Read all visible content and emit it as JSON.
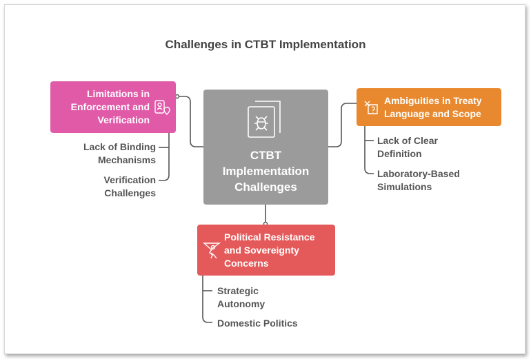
{
  "title": "Challenges in CTBT Implementation",
  "center": {
    "label": "CTBT Implementation Challenges",
    "icon": "bug-document-icon",
    "color": "#9b9b9b"
  },
  "branches": [
    {
      "label": "Limitations in Enforcement and Verification",
      "icon": "badge-location-icon",
      "color": "#e05aa8",
      "items": [
        "Lack of Binding Mechanisms",
        "Verification Challenges"
      ]
    },
    {
      "label": "Ambiguities in Treaty Language and Scope",
      "icon": "ambiguity-icon",
      "color": "#e8892f",
      "items": [
        "Lack of Clear Definition",
        "Laboratory-Based Simulations"
      ]
    },
    {
      "label": "Political Resistance and Sovereignty Concerns",
      "icon": "resistance-icon",
      "color": "#e45a5a",
      "items": [
        "Strategic Autonomy",
        "Domestic Politics"
      ]
    }
  ]
}
